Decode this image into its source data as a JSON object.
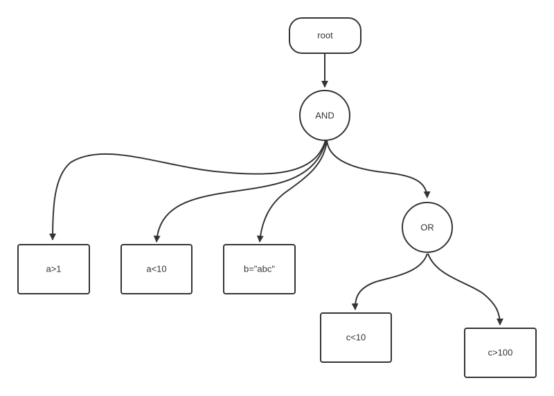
{
  "colors": {
    "stroke": "#333333",
    "background": "#ffffff",
    "node_fill": "#ffffff"
  },
  "nodes": {
    "root": {
      "label": "root",
      "shape": "rounded-rectangle"
    },
    "and": {
      "label": "AND",
      "shape": "circle"
    },
    "or": {
      "label": "OR",
      "shape": "circle"
    },
    "a_gt_1": {
      "label": "a>1",
      "shape": "rectangle"
    },
    "a_lt_10": {
      "label": "a<10",
      "shape": "rectangle"
    },
    "b_eq_abc": {
      "label": "b=\"abc\"",
      "shape": "rectangle"
    },
    "c_lt_10": {
      "label": "c<10",
      "shape": "rectangle"
    },
    "c_gt_100": {
      "label": "c>100",
      "shape": "rectangle"
    }
  },
  "edges": [
    {
      "from": "root",
      "to": "and"
    },
    {
      "from": "and",
      "to": "a_gt_1"
    },
    {
      "from": "and",
      "to": "a_lt_10"
    },
    {
      "from": "and",
      "to": "b_eq_abc"
    },
    {
      "from": "and",
      "to": "or"
    },
    {
      "from": "or",
      "to": "c_lt_10"
    },
    {
      "from": "or",
      "to": "c_gt_100"
    }
  ]
}
